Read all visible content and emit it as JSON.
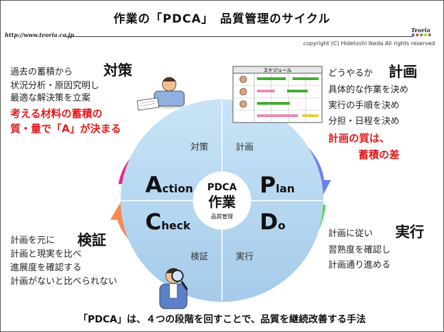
{
  "title": "作業の「PDCA」　品質管理のサイクル",
  "url": "http://www.teoria.co.jp",
  "copyright": "copyright (C)  Hidetoshi  Ikeda  All rights reserved",
  "logo_text": "Teoria",
  "schedule_label": "スケジュール",
  "center": {
    "top": "PDCA",
    "middle": "作業",
    "bottom": "品質管理"
  },
  "quadrants": {
    "plan": {
      "initial": "P",
      "rest": "lan",
      "ja": "計画"
    },
    "do": {
      "initial": "D",
      "rest": "o",
      "ja": "実行"
    },
    "check": {
      "initial": "C",
      "rest": "heck",
      "ja": "検証"
    },
    "action": {
      "initial": "A",
      "rest": "ction",
      "ja": "対策"
    }
  },
  "action_panel": {
    "heading": "対策",
    "lead": "過去の蓄積から",
    "lines": [
      "状況分析・原因究明し",
      "最適な解決策を立案"
    ],
    "emphasis": [
      "考える材料の蓄積の",
      "質・量で「A」が決まる"
    ]
  },
  "plan_panel": {
    "heading": "計画",
    "lead": "どうやるか",
    "lines": [
      "具体的な作業を決め",
      "実行の手順を決め",
      "分担・日程を決め"
    ],
    "emphasis": [
      "計画の質は、",
      "蓄積の差"
    ]
  },
  "check_panel": {
    "heading": "検証",
    "lead": "計画を元に",
    "lines": [
      "計画と現実を比べ",
      "進展度を確認する",
      "計画がないと比べられない"
    ]
  },
  "do_panel": {
    "heading": "実行",
    "lead": "計画に従い",
    "lines": [
      "習熟度を確認し",
      "計画通り進める"
    ]
  },
  "footer": "「PDCA」は、４つの段階を回すことで、品質を継続改善する手法",
  "colors": {
    "plan_arrow": "#6f7ff0",
    "do_arrow": "#33dd22",
    "check_arrow": "#f58a4e",
    "action_arrow": "#e8288d",
    "circle": "#b0d4ef",
    "emphasis": "#e21b1b"
  }
}
